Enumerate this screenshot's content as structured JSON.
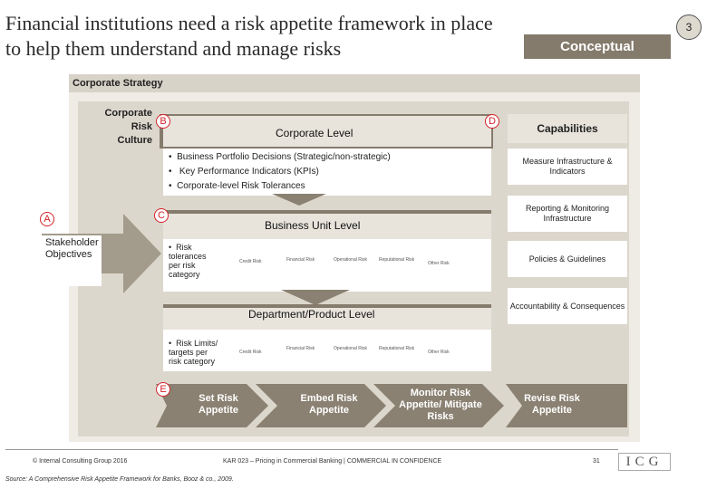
{
  "header": {
    "title_line1": "Financial institutions need a risk appetite framework in place",
    "title_line2": "to help them understand and manage risks",
    "page_number": "3",
    "badge": "Conceptual"
  },
  "framework": {
    "strategy_label": "Corporate Strategy",
    "risk_culture": [
      "Corporate",
      "Risk",
      "Culture"
    ],
    "markers": {
      "a": "A",
      "b": "B",
      "c": "C",
      "d": "D",
      "e": "E"
    },
    "corporate_level": {
      "title": "Corporate Level",
      "bullets": [
        "Business Portfolio Decisions (Strategic/non-strategic)",
        "Key Performance Indicators (KPIs)",
        "Corporate-level Risk Tolerances"
      ]
    },
    "business_unit_level": {
      "title": "Business Unit Level",
      "bullet": "Risk tolerances per risk category",
      "categories": [
        "Credit Risk",
        "Financial Risk",
        "Operational Risk",
        "Reputational Risk",
        "Other Risk"
      ]
    },
    "department_level": {
      "title": "Department/Product Level",
      "bullet": "Risk Limits/ targets per risk category",
      "categories": [
        "Credit Risk",
        "Financial Risk",
        "Operational Risk",
        "Reputational Risk",
        "Other Risk"
      ]
    },
    "stakeholder": "Stakeholder Objectives",
    "capabilities": {
      "title": "Capabilities",
      "items": [
        "Measure Infrastructure & Indicators",
        "Reporting & Monitoring Infrastructure",
        "Policies & Guidelines",
        "Accountability & Consequences"
      ]
    },
    "process_steps": [
      "Set Risk Appetite",
      "Embed Risk Appetite",
      "Monitor Risk Appetite/ Mitigate Risks",
      "Revise Risk Appetite"
    ]
  },
  "footer": {
    "copyright": "© Internal Consulting Group 2016",
    "center": "KAR 023 – Pricing in Commercial Banking | COMMERCIAL IN CONFIDENCE",
    "slide_number": "31",
    "logo": "ICG",
    "source": "Source: A Comprehensive Risk Appetite Framework for Banks, Booz & co., 2009."
  },
  "colors": {
    "accent_red": "#d4232a",
    "level_bar": "#857c6d",
    "badge": "#847b6c",
    "arrow_gray": "#8a8172"
  }
}
